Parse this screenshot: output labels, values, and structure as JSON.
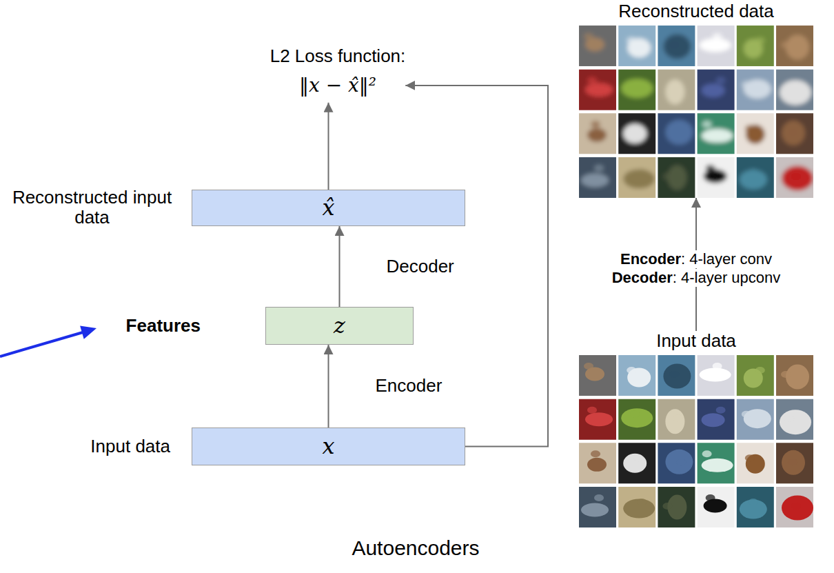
{
  "diagram": {
    "caption": "Autoencoders",
    "nodes": [
      {
        "text": [
          "Input data",
          "x"
        ]
      },
      {
        "text": [
          "Features",
          "z"
        ]
      },
      {
        "text": [
          "Reconstructed input data",
          "x̂"
        ]
      },
      {
        "text": [
          "L2 Loss function:",
          "‖x − x̂‖²"
        ]
      },
      {
        "text": [
          "Input data"
        ]
      },
      {
        "text": [
          "Reconstructed data"
        ]
      }
    ],
    "edges": [
      {
        "from": 0,
        "to": 1,
        "arrow": "to",
        "label": "Encoder"
      },
      {
        "from": 1,
        "to": 2,
        "arrow": "to",
        "label": "Decoder"
      },
      {
        "from": 2,
        "to": 3,
        "arrow": "to"
      },
      {
        "from": 0,
        "to": 3,
        "arrow": "to"
      },
      {
        "from": 4,
        "to": 5,
        "arrow": "to"
      }
    ],
    "labels": [
      "Encoder: 4-layer conv",
      "Decoder: 4-layer upconv"
    ]
  }
}
